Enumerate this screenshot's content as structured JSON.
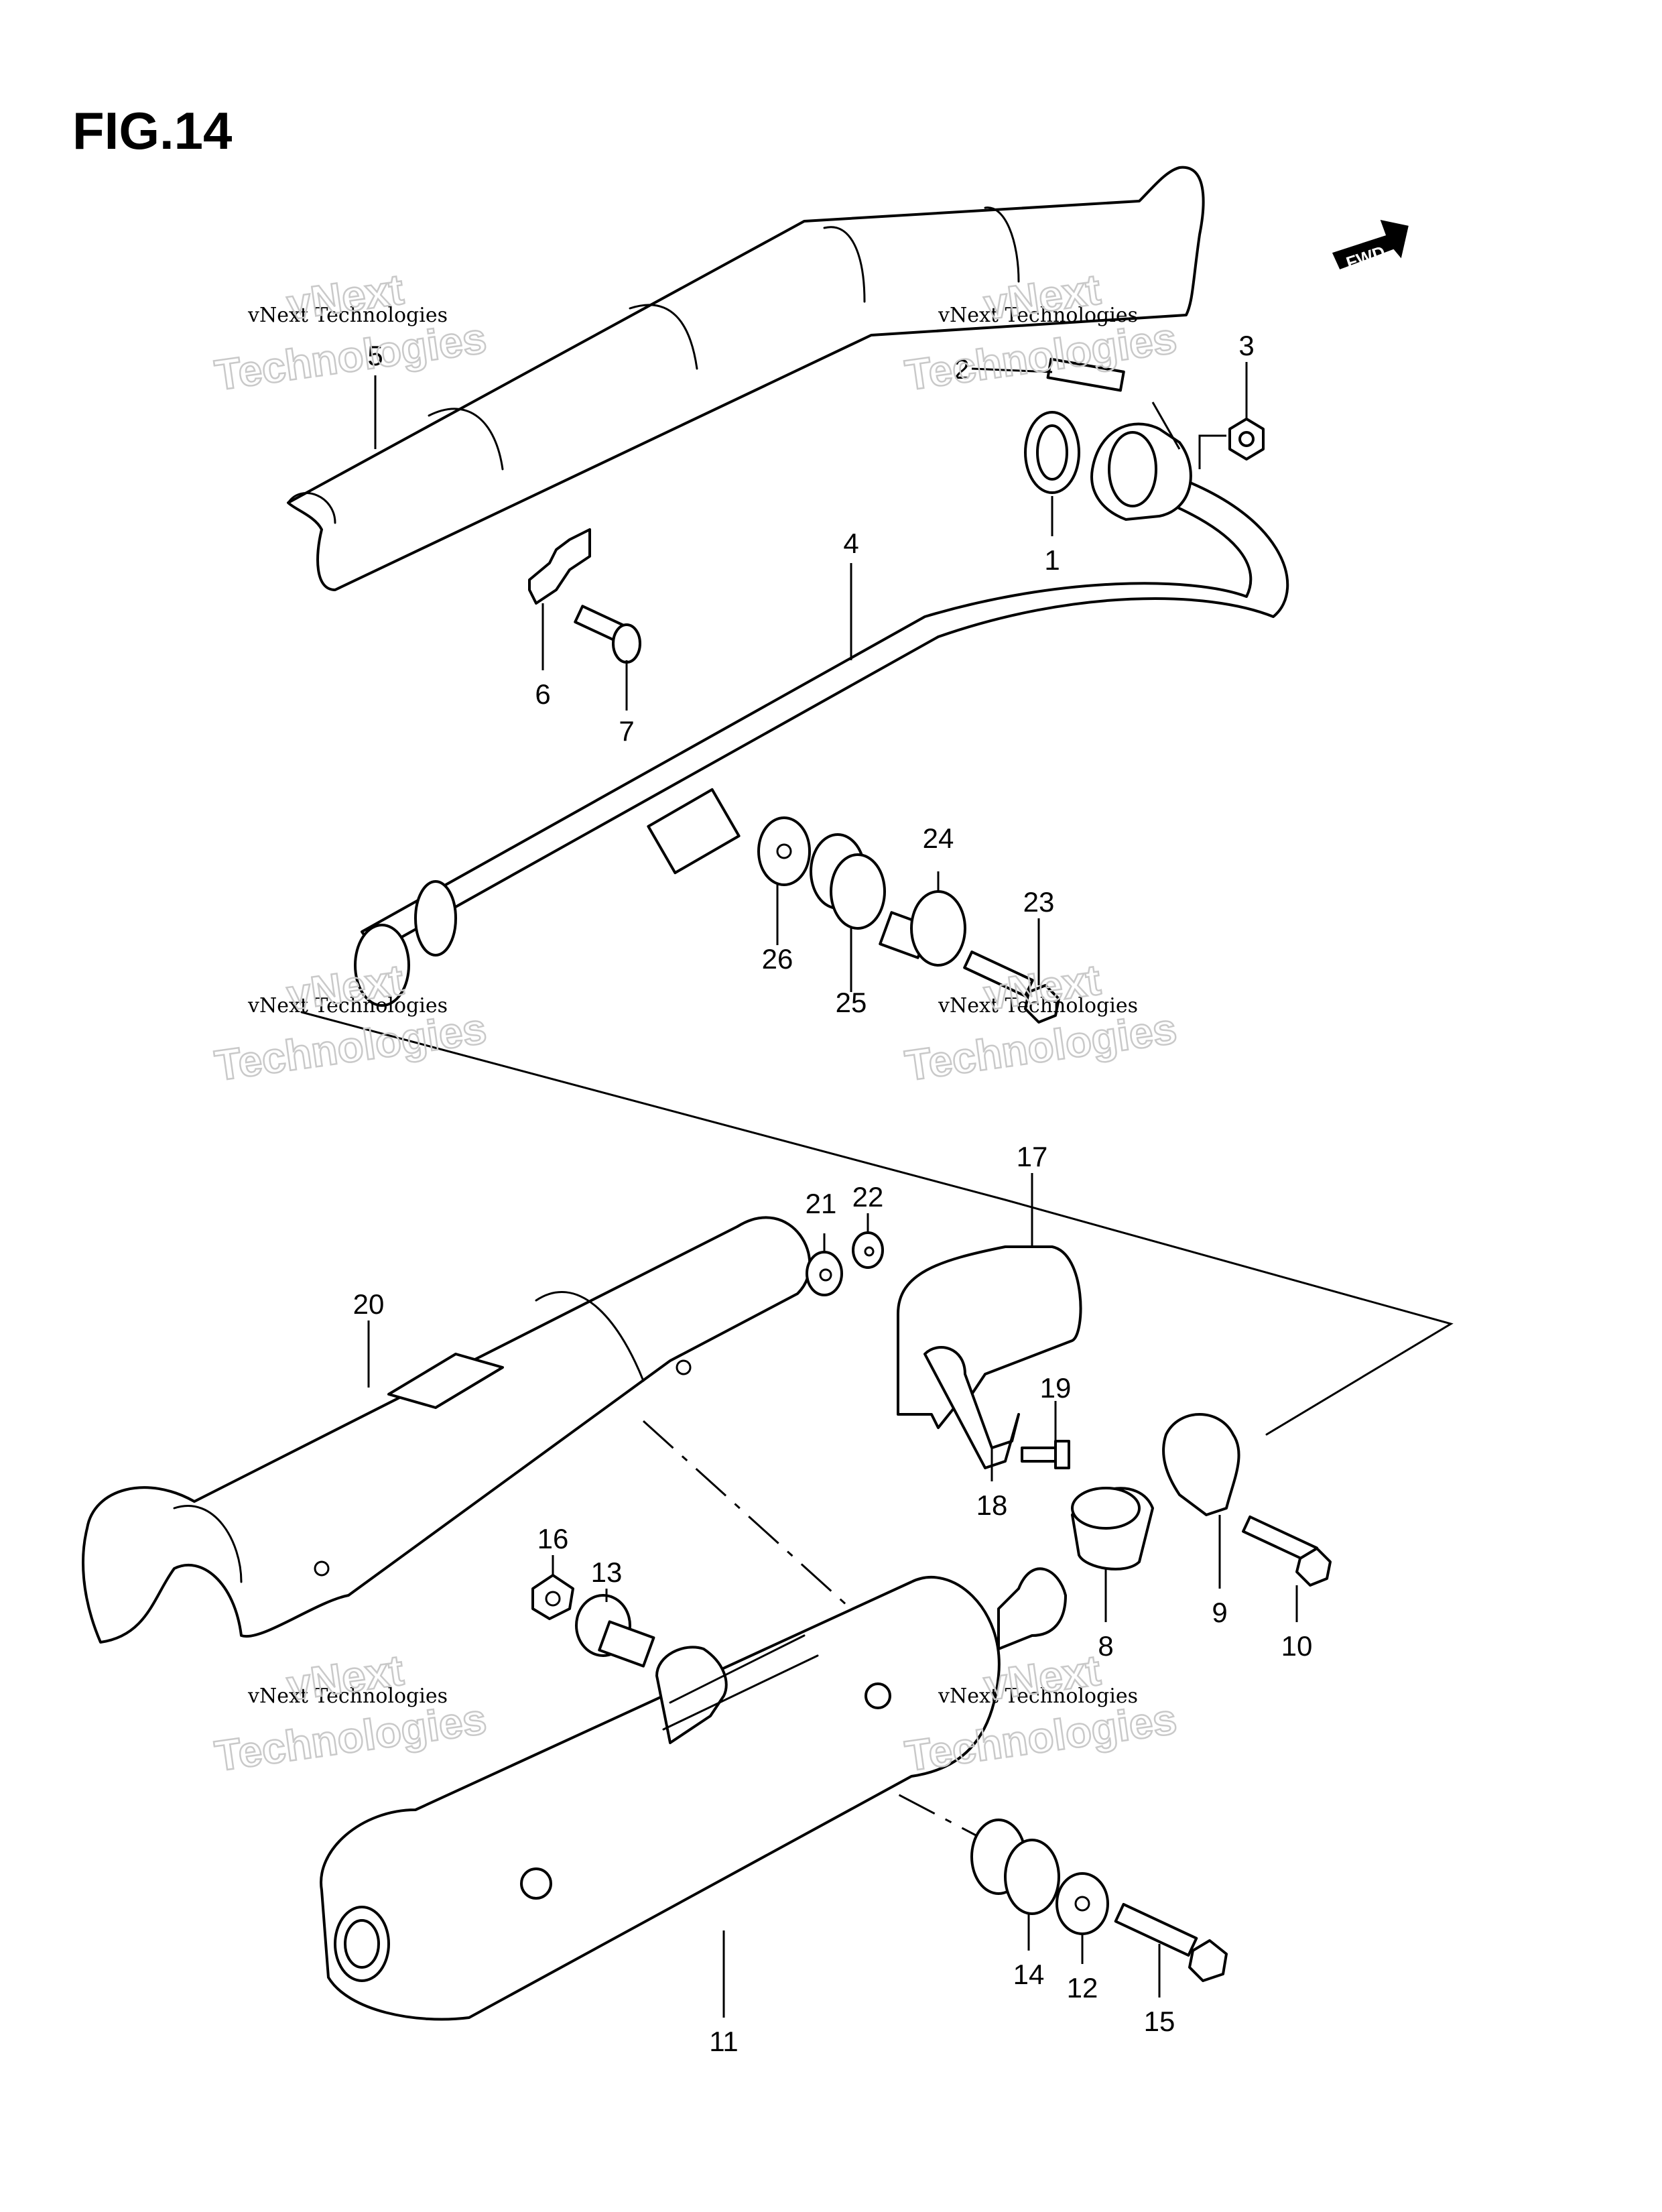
{
  "figure": {
    "title": "FIG.14"
  },
  "direction_marker": {
    "label": "FWD"
  },
  "watermark": {
    "line1": "vNext Technologies",
    "line2": "Technologies",
    "line3": "vNext"
  },
  "callouts": [
    {
      "id": "1",
      "label": "1"
    },
    {
      "id": "2",
      "label": "2"
    },
    {
      "id": "3",
      "label": "3"
    },
    {
      "id": "4",
      "label": "4"
    },
    {
      "id": "5",
      "label": "5"
    },
    {
      "id": "6",
      "label": "6"
    },
    {
      "id": "7",
      "label": "7"
    },
    {
      "id": "8",
      "label": "8"
    },
    {
      "id": "9",
      "label": "9"
    },
    {
      "id": "10",
      "label": "10"
    },
    {
      "id": "11",
      "label": "11"
    },
    {
      "id": "12",
      "label": "12"
    },
    {
      "id": "13",
      "label": "13"
    },
    {
      "id": "14",
      "label": "14"
    },
    {
      "id": "15",
      "label": "15"
    },
    {
      "id": "16",
      "label": "16"
    },
    {
      "id": "17",
      "label": "17"
    },
    {
      "id": "18",
      "label": "18"
    },
    {
      "id": "19",
      "label": "19"
    },
    {
      "id": "20",
      "label": "20"
    },
    {
      "id": "21",
      "label": "21"
    },
    {
      "id": "22",
      "label": "22"
    },
    {
      "id": "23",
      "label": "23"
    },
    {
      "id": "24",
      "label": "24"
    },
    {
      "id": "25",
      "label": "25"
    },
    {
      "id": "26",
      "label": "26"
    }
  ]
}
